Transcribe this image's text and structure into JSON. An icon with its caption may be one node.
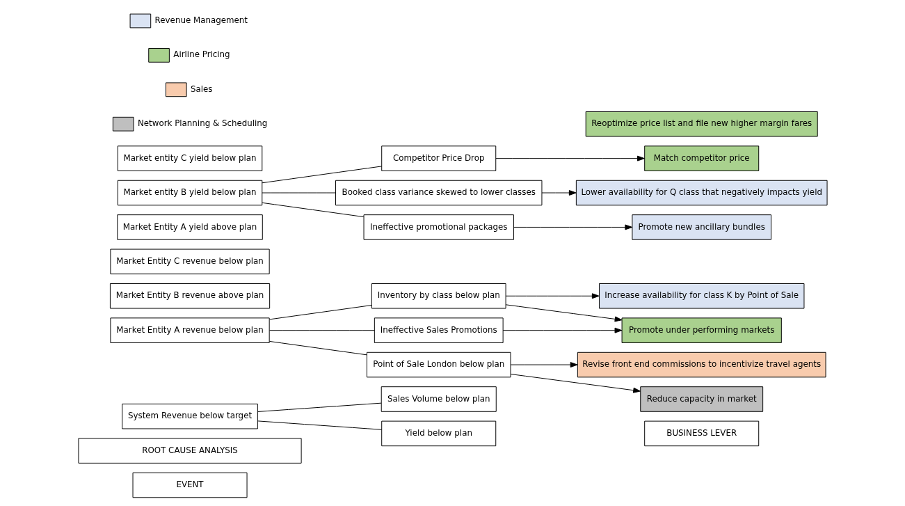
{
  "diagram": {
    "nodes": [
      {
        "text": [
          "EVENT"
        ]
      },
      {
        "text": [
          "ROOT CAUSE ANALYSIS"
        ]
      },
      {
        "text": [
          "BUSINESS LEVER"
        ]
      },
      {
        "text": [
          "System Revenue below target"
        ]
      },
      {
        "text": [
          "Sales Volume below plan"
        ]
      },
      {
        "text": [
          "Yield below plan"
        ]
      },
      {
        "text": [
          "Market Entity A revenue below plan"
        ]
      },
      {
        "text": [
          "Market Entity B revenue above plan"
        ]
      },
      {
        "text": [
          "Market Entity C revenue below plan"
        ]
      },
      {
        "text": [
          "Market Entity A yield above plan"
        ]
      },
      {
        "text": [
          "Market entity B yield below plan"
        ]
      },
      {
        "text": [
          "Market entity C yield below plan"
        ]
      },
      {
        "text": [
          "Inventory by class below plan"
        ]
      },
      {
        "text": [
          "Point of Sale London below plan"
        ]
      },
      {
        "text": [
          "Ineffective Sales Promotions"
        ]
      },
      {
        "text": [
          "Competitor Price Drop"
        ]
      },
      {
        "text": [
          "Booked class variance skewed to lower classes"
        ]
      },
      {
        "text": [
          "Ineffective promotional packages"
        ]
      },
      {
        "text": [
          "Increase availability for class K by Point of Sale"
        ]
      },
      {
        "text": [
          "Promote under performing markets"
        ]
      },
      {
        "text": [
          "Reoptimize price list and file new higher margin fares"
        ]
      },
      {
        "text": [
          "Revise front end commissions to incentivize travel agents"
        ]
      },
      {
        "text": [
          "Match competitor price"
        ]
      },
      {
        "text": [
          "Lower availability for Q class that negatively impacts yield"
        ]
      },
      {
        "text": [
          "Promote new ancillary bundles"
        ]
      },
      {
        "text": [
          "Reduce capacity in market"
        ]
      }
    ],
    "edges": [
      {
        "from": 3,
        "to": 4,
        "arrow": "none"
      },
      {
        "from": 3,
        "to": 5,
        "arrow": "none"
      },
      {
        "from": 6,
        "to": 12,
        "arrow": "none"
      },
      {
        "from": 6,
        "to": 13,
        "arrow": "none"
      },
      {
        "from": 6,
        "to": 14,
        "arrow": "none"
      },
      {
        "from": 10,
        "to": 15,
        "arrow": "none"
      },
      {
        "from": 10,
        "to": 16,
        "arrow": "none"
      },
      {
        "from": 10,
        "to": 17,
        "arrow": "none"
      },
      {
        "from": 12,
        "to": 18,
        "arrow": "to"
      },
      {
        "from": 12,
        "to": 19,
        "arrow": "to"
      },
      {
        "from": 13,
        "to": 21,
        "arrow": "to"
      },
      {
        "from": 13,
        "to": 25,
        "arrow": "to"
      },
      {
        "from": 14,
        "to": 19,
        "arrow": "to"
      },
      {
        "from": 15,
        "to": 22,
        "arrow": "to"
      },
      {
        "from": 16,
        "to": 23,
        "arrow": "to"
      },
      {
        "from": 17,
        "to": 24,
        "arrow": "to"
      }
    ],
    "legend": [
      {
        "text": "Revenue Management",
        "color": "#dae3f3"
      },
      {
        "text": "Airline Pricing",
        "color": "#a9d18e"
      },
      {
        "text": "Sales",
        "color": "#f8cbad"
      },
      {
        "text": "Network Planning & Scheduling",
        "color": "#bfbfbf"
      }
    ]
  }
}
